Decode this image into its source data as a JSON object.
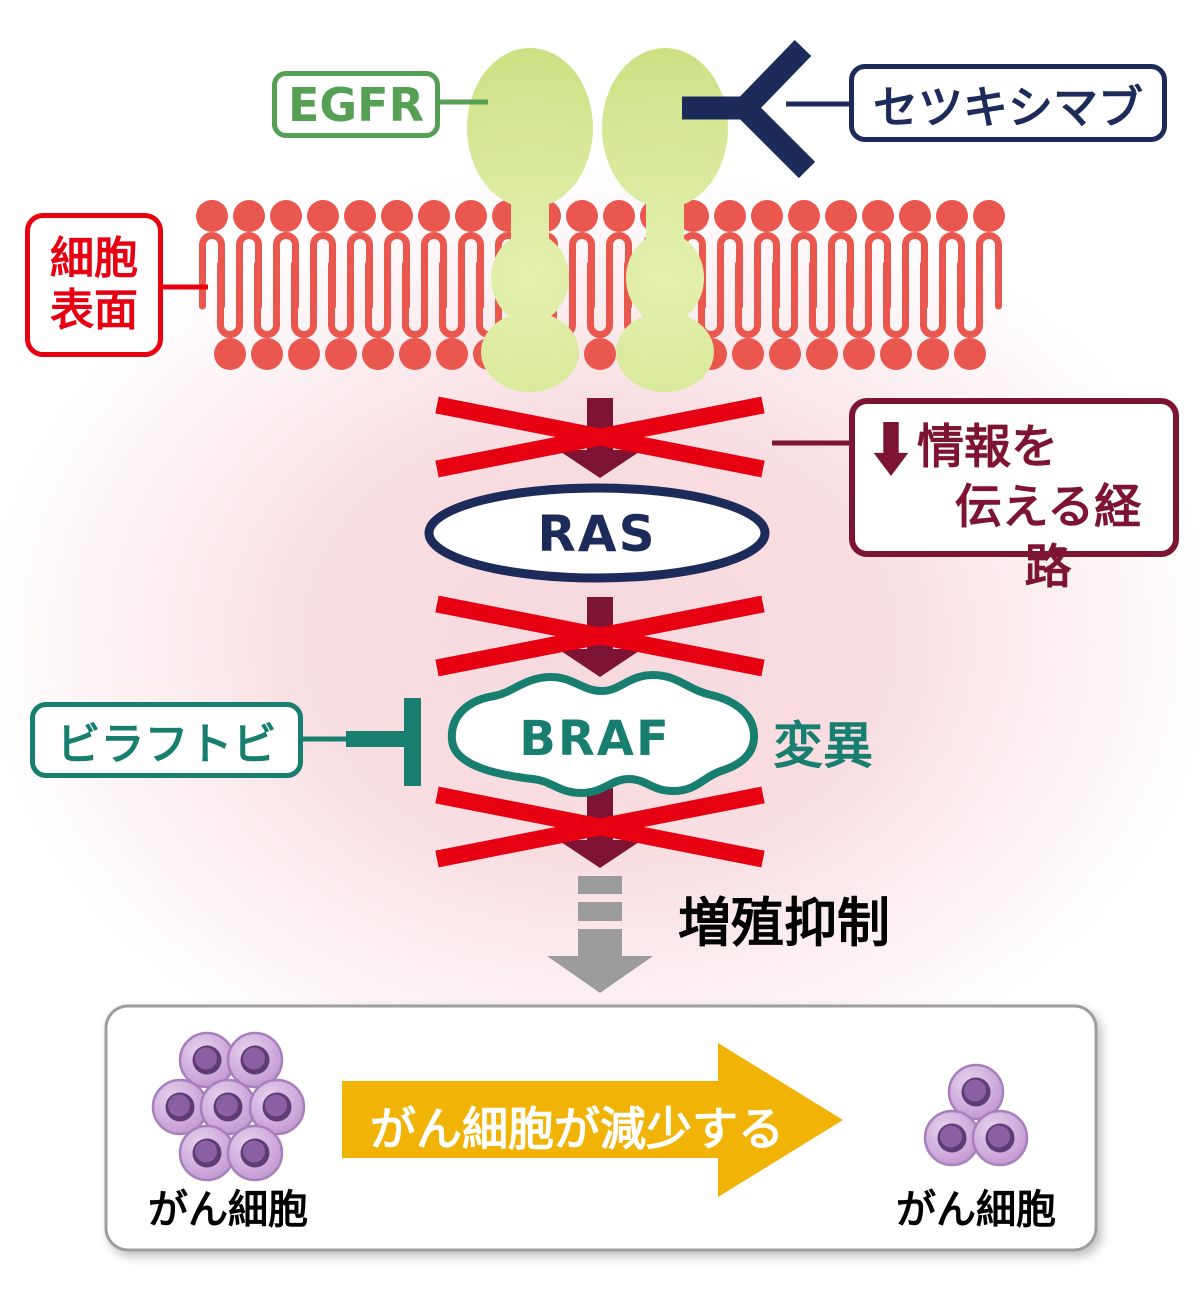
{
  "labels": {
    "egfr": "EGFR",
    "cetuximab": "セツキシマブ",
    "cell_surface_line1": "細胞",
    "cell_surface_line2": "表面",
    "pathway_line1": "情報を",
    "pathway_line2": "伝える経路",
    "ras": "RAS",
    "braf": "BRAF",
    "mutation": "変異",
    "braftovi": "ビラフトビ",
    "growth_inhibition": "増殖抑制",
    "cancer_decrease": "がん細胞が減少する",
    "cancer_cells_before": "がん細胞",
    "cancer_cells_after": "がん細胞"
  },
  "icons": {
    "antibody": "antibody-y-icon",
    "blocked": "blocked-x-icon",
    "signal_arrow": "down-arrow-icon",
    "inhibition": "inhibition-tbar-icon",
    "growth_arrow": "gray-segmented-down-arrow-icon",
    "decrease_arrow": "yellow-right-arrow-icon",
    "cancer_cell": "cancer-cell-icon"
  },
  "colors": {
    "egfr_green": "#55a054",
    "receptor_green_light": "#e2efae",
    "receptor_green_dark": "#c3da74",
    "navy": "#1c2b5a",
    "membrane_red": "#e9574e",
    "label_red": "#e60012",
    "maroon": "#7d1433",
    "teal": "#177e70",
    "gray_arrow": "#9b9b9b",
    "yellow": "#f0b306",
    "cell_purple": "#c49fd3",
    "nucleus_purple": "#5f3c74",
    "background_pink": "#f6d9de",
    "panel_border_gray": "#9e9e9e"
  }
}
